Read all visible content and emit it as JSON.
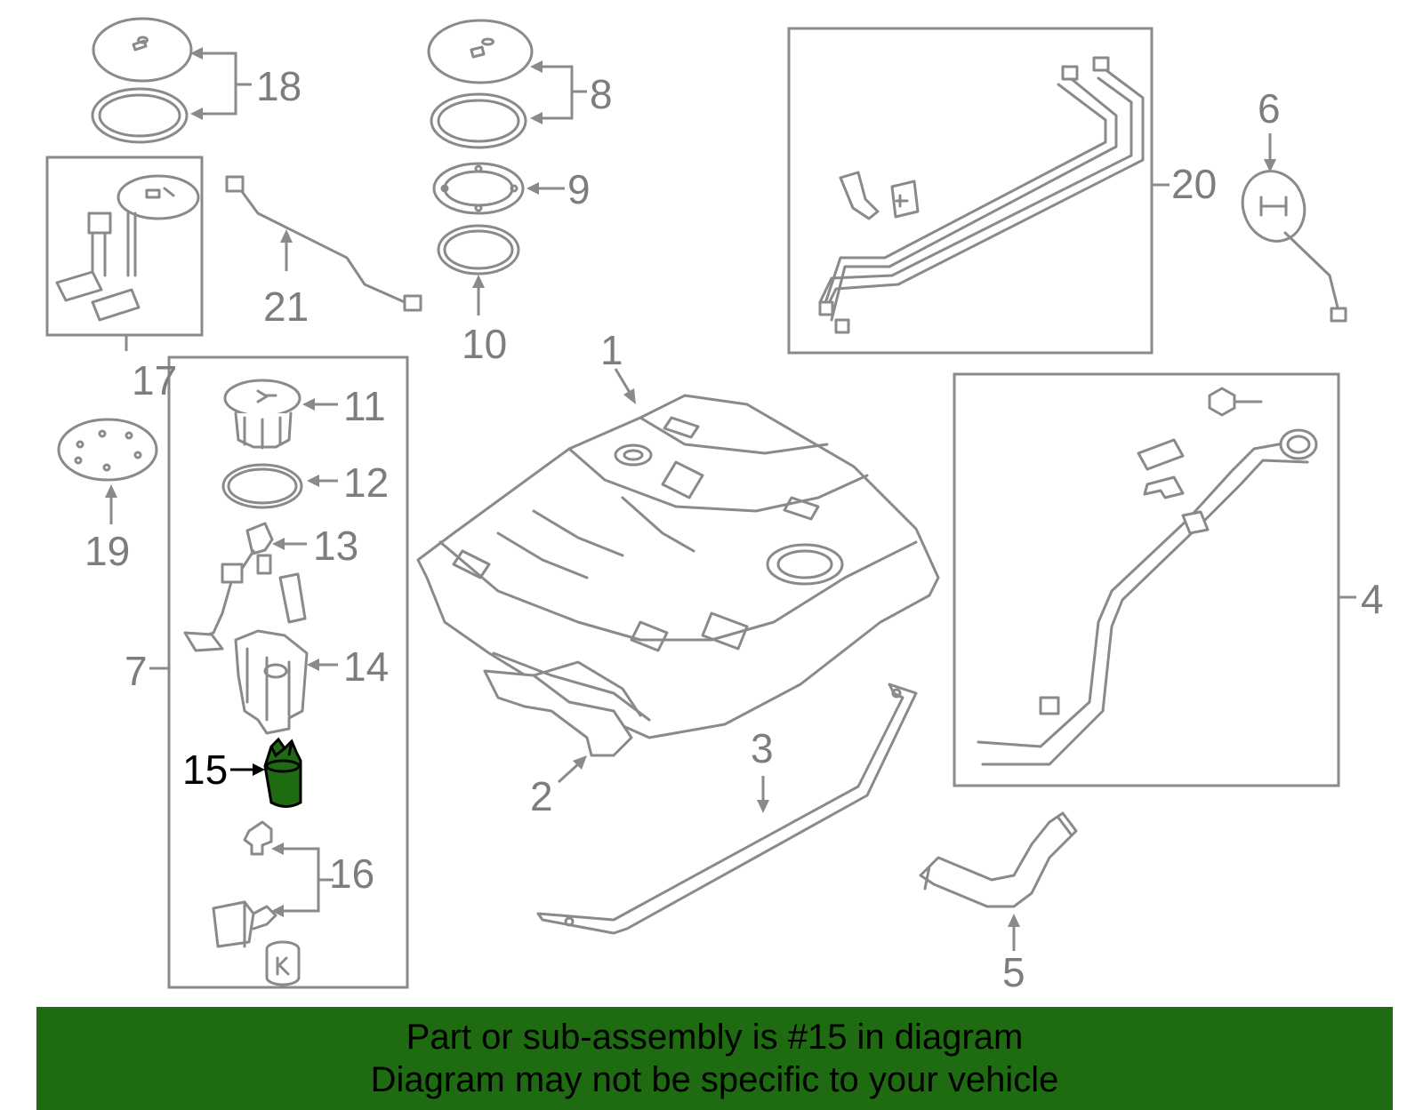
{
  "callouts": {
    "n1": "1",
    "n2": "2",
    "n3": "3",
    "n4": "4",
    "n5": "5",
    "n6": "6",
    "n7": "7",
    "n8": "8",
    "n9": "9",
    "n10": "10",
    "n11": "11",
    "n12": "12",
    "n13": "13",
    "n14": "14",
    "n15": "15",
    "n16": "16",
    "n17": "17",
    "n18": "18",
    "n19": "19",
    "n20": "20",
    "n21": "21"
  },
  "highlight": {
    "part_number": "15",
    "color": "#1f6b12"
  },
  "banner": {
    "line1": "Part or sub-assembly is #15 in diagram",
    "line2": "Diagram may not be specific to your vehicle",
    "background": "#1f6b12"
  }
}
